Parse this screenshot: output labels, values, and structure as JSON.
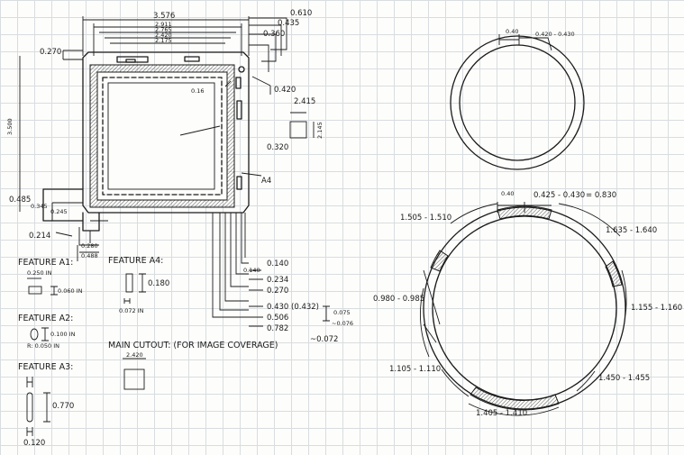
{
  "left_drawing": {
    "width_dims": [
      "3.576",
      "2.911",
      "2.765",
      "2.420",
      "2.175"
    ],
    "right_top_dims": [
      "0.610",
      "0.435",
      "0.360"
    ],
    "left_dims": [
      "0.270",
      "3.500",
      "0.485",
      "0.345",
      "0.245",
      "0.214",
      "0.280",
      "0.488"
    ],
    "inner_dims": [
      "0.16",
      "0.420",
      "2.415",
      "2.145",
      "0.320"
    ],
    "feature_tag_a4": "A4",
    "stack_dims": [
      "0.140",
      "0.140",
      "0.234",
      "0.270",
      "0.430 (0.432)",
      "0.506",
      "0.782",
      "0.075",
      "~0.076",
      "~0.072"
    ]
  },
  "features": {
    "a1": {
      "title": "FEATURE A1:",
      "dims": [
        "0.250 IN",
        "0.060 IN"
      ]
    },
    "a2": {
      "title": "FEATURE A2:",
      "dims": [
        "0.100 IN",
        "R: 0.050 IN"
      ]
    },
    "a3": {
      "title": "FEATURE A3:",
      "dims": [
        "0.770",
        "0.120"
      ]
    },
    "a4": {
      "title": "FEATURE A4:",
      "dims": [
        "0.180",
        "0.072 IN"
      ]
    },
    "main_cutout": {
      "title": "MAIN CUTOUT: (FOR IMAGE COVERAGE)",
      "dim": "2.420"
    }
  },
  "right_drawing": {
    "small_ring": {
      "labels": [
        "0.40",
        "0.420 - 0.430"
      ]
    },
    "large_ring": {
      "labels": [
        "0.40",
        "0.425 - 0.430",
        "= 0.830",
        "1.505 - 1.510",
        "1.635 - 1.640",
        "0.980 - 0.985",
        "1.155 - 1.160",
        "1.105 - 1.110",
        "1.450 - 1.455",
        "1.405 - 1.410"
      ]
    }
  }
}
